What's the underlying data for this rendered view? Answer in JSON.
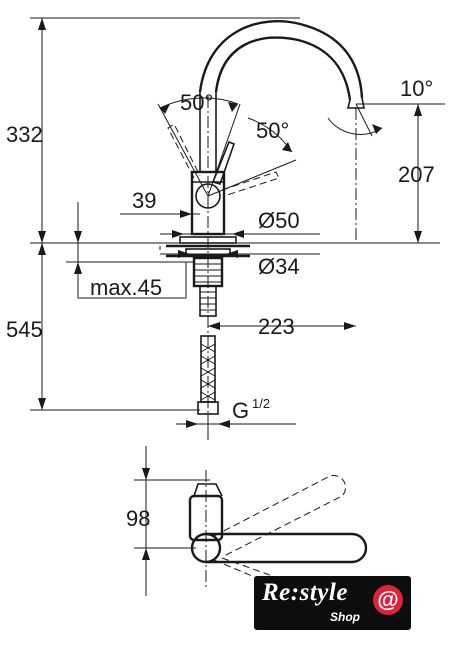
{
  "dimensions": {
    "height_total": "332",
    "below_counter": "545",
    "spout_height": "207",
    "spout_reach": "223",
    "body_offset": "39",
    "base_diameter": "Ø50",
    "hole_diameter": "Ø34",
    "max_counter": "max.45",
    "thread_main": "G",
    "thread_fraction": "1/2",
    "lever_angle_1": "50°",
    "lever_angle_2": "50°",
    "spout_angle": "10°",
    "top_view_depth": "98"
  },
  "logo": {
    "brand": "Re:style",
    "at_symbol": "@",
    "sub": "Shop"
  }
}
